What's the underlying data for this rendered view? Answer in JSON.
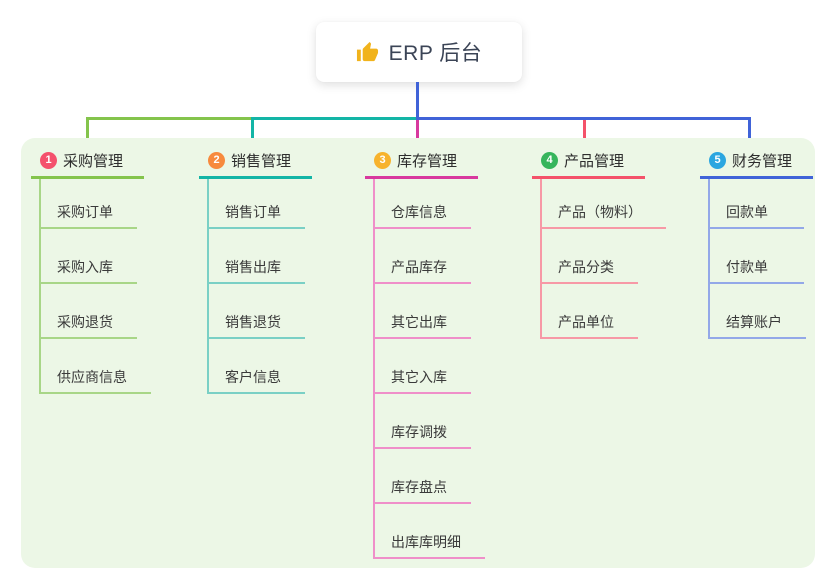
{
  "root": {
    "label": "ERP 后台",
    "icon": "thumbs-up-icon"
  },
  "colors": {
    "page_bg": "#ffffff",
    "panel_bg": "#ecf7e6",
    "card_bg": "#ffffff",
    "root_line": "#4063d8",
    "root_text": "#3b4456",
    "node_text": "#2d2d2d",
    "child_text": "#3a3a3a",
    "thumb_icon": "#f1b31c"
  },
  "branches": [
    {
      "badge": "1",
      "label": "采购管理",
      "accent": "#84c44c",
      "light": "#a8d687",
      "badge_color": "#f4516c",
      "children": [
        "采购订单",
        "采购入库",
        "采购退货",
        "供应商信息"
      ]
    },
    {
      "badge": "2",
      "label": "销售管理",
      "accent": "#13b5a6",
      "light": "#7ad0c5",
      "badge_color": "#f78a3d",
      "children": [
        "销售订单",
        "销售出库",
        "销售退货",
        "客户信息"
      ]
    },
    {
      "badge": "3",
      "label": "库存管理",
      "accent": "#d8399e",
      "light": "#ef8fc9",
      "badge_color": "#f7b32d",
      "children": [
        "仓库信息",
        "产品库存",
        "其它出库",
        "其它入库",
        "库存调拨",
        "库存盘点",
        "出库库明细"
      ]
    },
    {
      "badge": "4",
      "label": "产品管理",
      "accent": "#f4526a",
      "light": "#f799a6",
      "badge_color": "#36b55c",
      "children": [
        "产品（物料）",
        "产品分类",
        "产品单位"
      ]
    },
    {
      "badge": "5",
      "label": "财务管理",
      "accent": "#4063d8",
      "light": "#93a8e8",
      "badge_color": "#2ba6e0",
      "children": [
        "回款单",
        "付款单",
        "结算账户"
      ]
    }
  ]
}
